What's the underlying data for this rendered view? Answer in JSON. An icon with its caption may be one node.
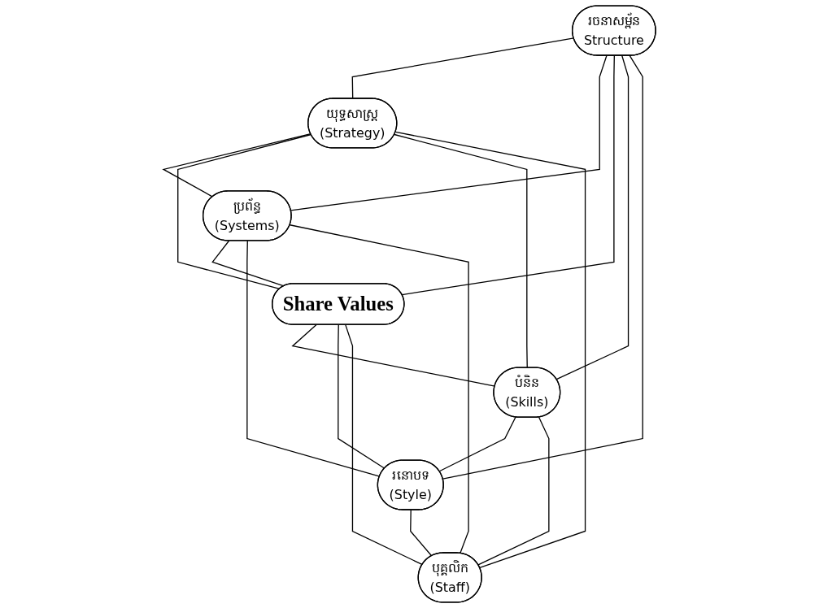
{
  "diagram": {
    "nodes": [
      {
        "text": [
          "រចនាសម្ព័ន",
          "Structure"
        ]
      },
      {
        "text": [
          "យុទ្ធសាស្ត្រ",
          "(Strategy)"
        ]
      },
      {
        "text": [
          "ប្រព័ន្ធ",
          "(Systems)"
        ]
      },
      {
        "text": [
          "Share Values"
        ]
      },
      {
        "text": [
          "បំនិន",
          "(Skills)"
        ]
      },
      {
        "text": [
          "រនោបទ",
          "(Style)"
        ]
      },
      {
        "text": [
          "បុគ្គលិក",
          "(Staff)"
        ]
      }
    ],
    "edges": [
      {
        "from": 0,
        "to": 1,
        "arrow": "none"
      },
      {
        "from": 0,
        "to": 2,
        "arrow": "none"
      },
      {
        "from": 1,
        "to": 2,
        "arrow": "none"
      },
      {
        "from": 0,
        "to": 3,
        "arrow": "none"
      },
      {
        "from": 0,
        "to": 4,
        "arrow": "none"
      },
      {
        "from": 0,
        "to": 5,
        "arrow": "none"
      },
      {
        "from": 1,
        "to": 3,
        "arrow": "none"
      },
      {
        "from": 1,
        "to": 4,
        "arrow": "none"
      },
      {
        "from": 1,
        "to": 6,
        "arrow": "none"
      },
      {
        "from": 2,
        "to": 3,
        "arrow": "none"
      },
      {
        "from": 2,
        "to": 5,
        "arrow": "none"
      },
      {
        "from": 2,
        "to": 6,
        "arrow": "none"
      },
      {
        "from": 3,
        "to": 4,
        "arrow": "none"
      },
      {
        "from": 3,
        "to": 5,
        "arrow": "none"
      },
      {
        "from": 3,
        "to": 6,
        "arrow": "none"
      },
      {
        "from": 4,
        "to": 5,
        "arrow": "none"
      },
      {
        "from": 4,
        "to": 6,
        "arrow": "none"
      },
      {
        "from": 5,
        "to": 6,
        "arrow": "none"
      }
    ]
  }
}
